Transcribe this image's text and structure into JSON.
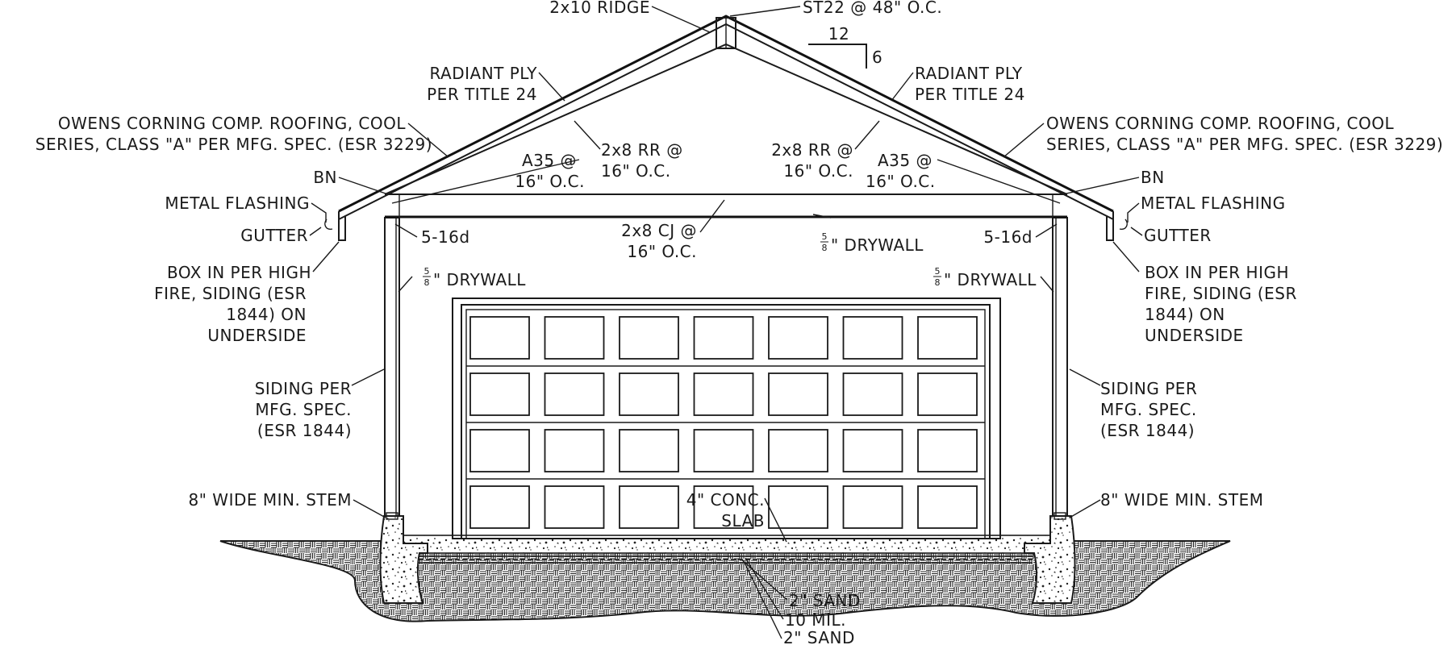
{
  "labels": {
    "ridge": "2x10 RIDGE",
    "strap": "ST22 @ 48\" O.C.",
    "slope_run": "12",
    "slope_rise": "6",
    "ply_l1": "RADIANT PLY",
    "ply_l2": "PER TITLE 24",
    "ply_r1": "RADIANT PLY",
    "ply_r2": "PER TITLE 24",
    "roof_l1": "OWENS CORNING COMP. ROOFING, COOL",
    "roof_l2": "SERIES, CLASS \"A\" PER MFG. SPEC. (ESR 3229)",
    "roof_r1": "OWENS CORNING COMP. ROOFING, COOL",
    "roof_r2": "SERIES, CLASS \"A\" PER MFG. SPEC. (ESR 3229)",
    "rr_l1": "2x8 RR @",
    "rr_l2": "16\" O.C.",
    "rr_r1": "2x8 RR @",
    "rr_r2": "16\" O.C.",
    "a35_l1": "A35 @",
    "a35_l2": "16\" O.C.",
    "a35_r1": "A35 @",
    "a35_r2": "16\" O.C.",
    "bn_l": "BN",
    "bn_r": "BN",
    "flash_l": "METAL FLASHING",
    "flash_r": "METAL FLASHING",
    "gutter_l": "GUTTER",
    "gutter_r": "GUTTER",
    "nail_l": "5-16d",
    "nail_r": "5-16d",
    "cj_1": "2x8 CJ @",
    "cj_2": "16\" O.C.",
    "drywall_num": "5",
    "drywall_den": "8",
    "drywall_ceiling": "\" DRYWALL",
    "drywall_l": "\" DRYWALL",
    "drywall_r": "\" DRYWALL",
    "box_l1": "BOX IN PER HIGH",
    "box_l2": "FIRE, SIDING (ESR",
    "box_l3": "1844) ON",
    "box_l4": "UNDERSIDE",
    "box_r1": "BOX IN PER HIGH",
    "box_r2": "FIRE, SIDING (ESR",
    "box_r3": "1844) ON",
    "box_r4": "UNDERSIDE",
    "siding_l1": "SIDING PER",
    "siding_l2": "MFG. SPEC.",
    "siding_l3": "(ESR 1844)",
    "siding_r1": "SIDING PER",
    "siding_r2": "MFG. SPEC.",
    "siding_r3": "(ESR 1844)",
    "stem_l": "8\" WIDE MIN. STEM",
    "stem_r": "8\" WIDE MIN. STEM",
    "slab_1": "4\" CONC.",
    "slab_2": "SLAB",
    "sand_1": "2\" SAND",
    "mil": "10 MIL.",
    "sand_2": "2\" SAND"
  },
  "door": {
    "rows": 4,
    "cols": 7
  },
  "colors": {
    "ink": "#1a1a1a",
    "paper": "#ffffff"
  }
}
